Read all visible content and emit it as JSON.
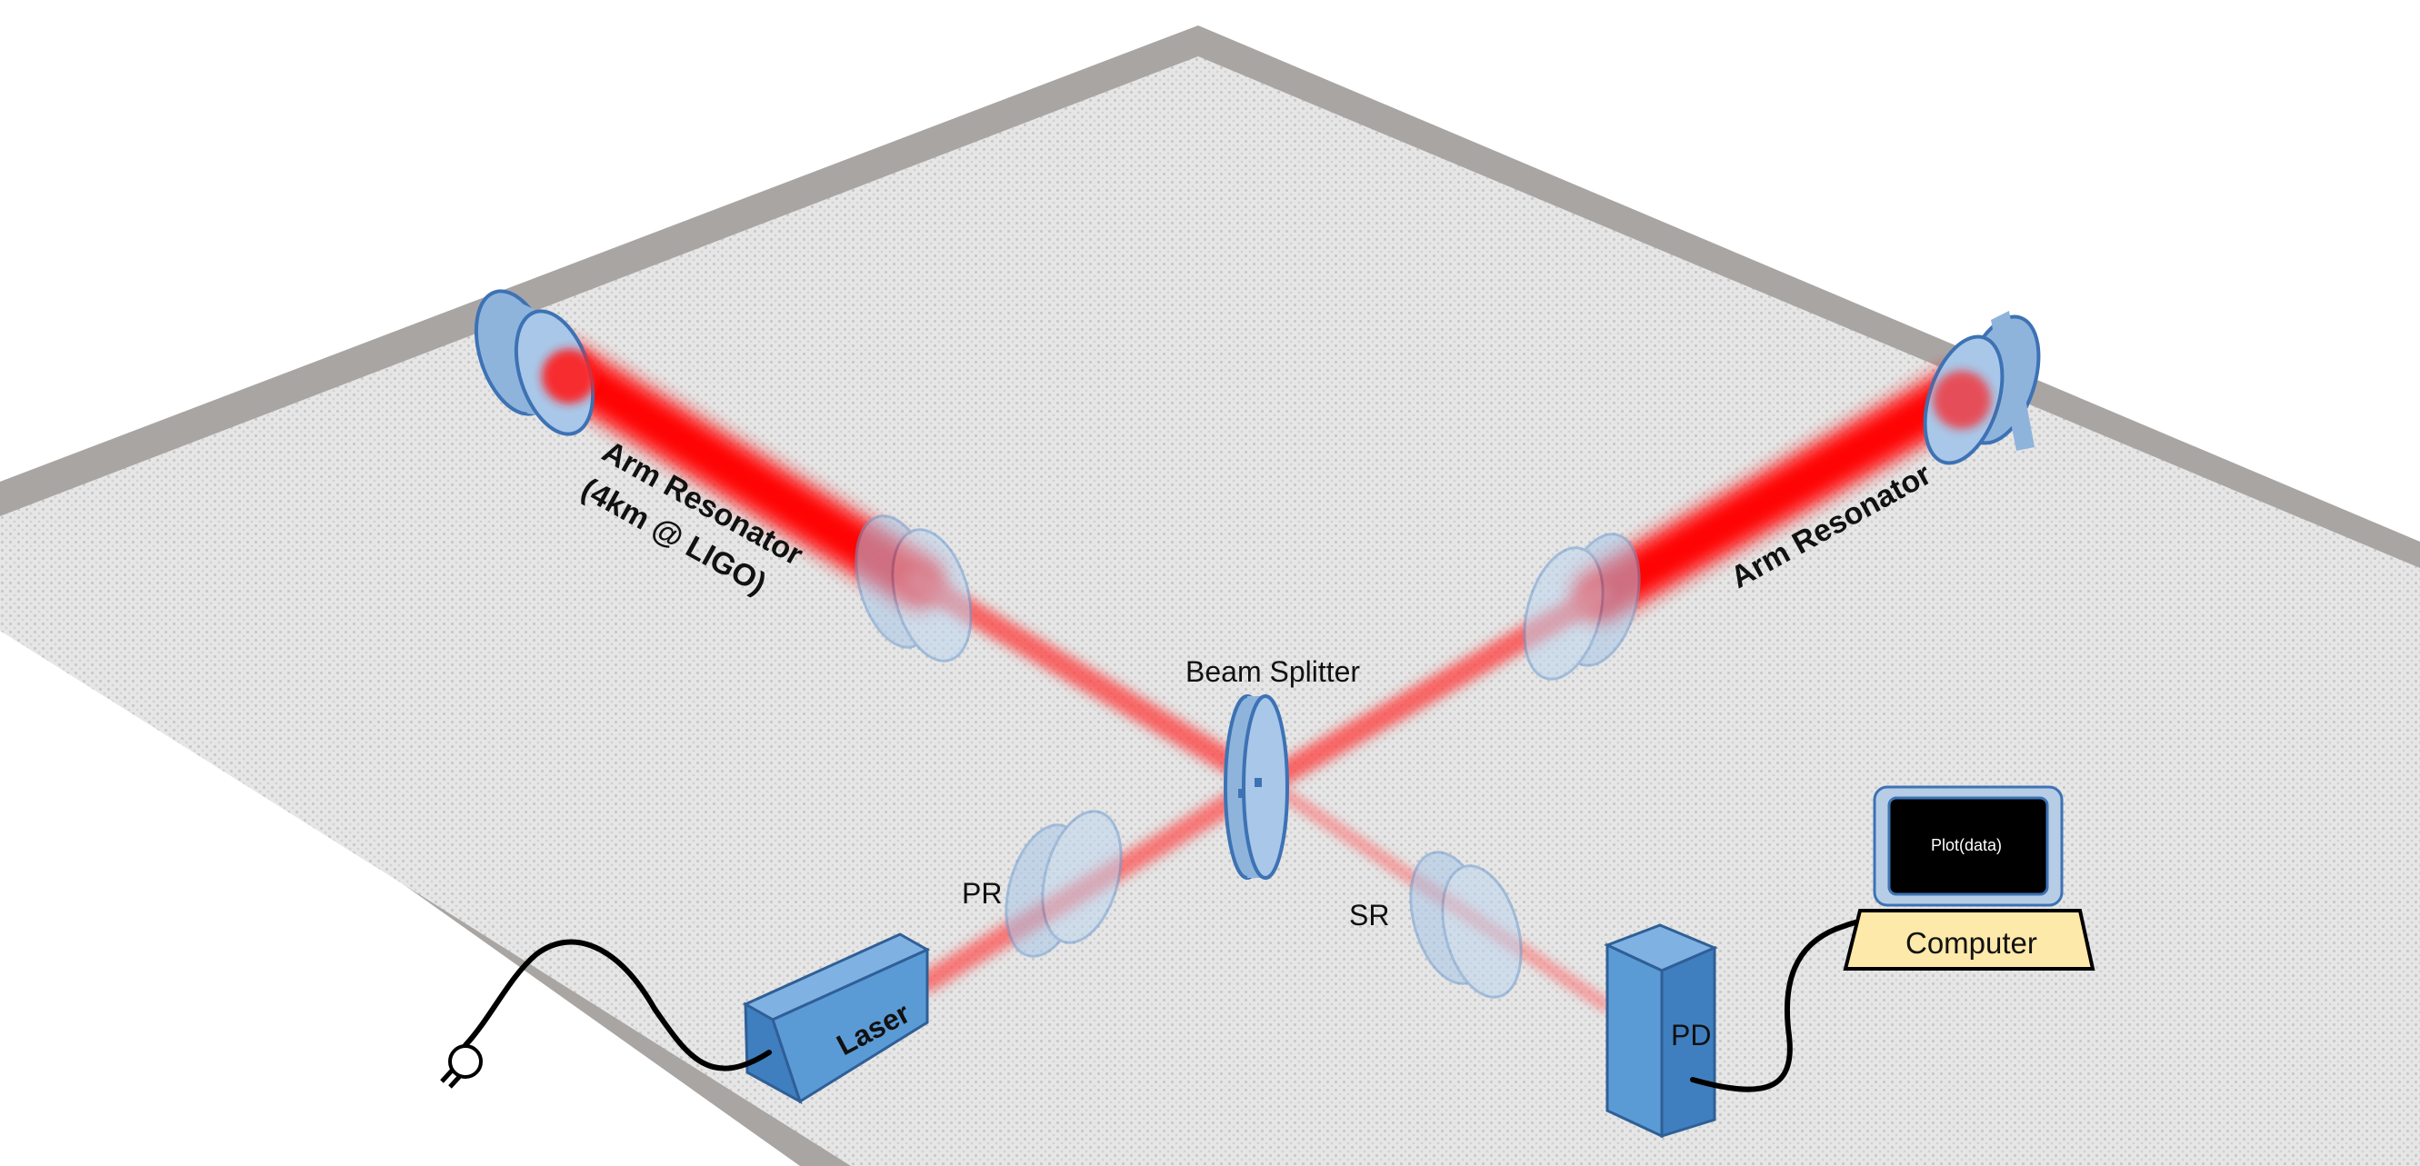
{
  "labels": {
    "arm_left_line1": "Arm Resonator",
    "arm_left_line2": "(4km @ LIGO)",
    "arm_right": "Arm Resonator",
    "beam_splitter": "Beam Splitter",
    "pr": "PR",
    "sr": "SR",
    "laser": "Laser",
    "pd": "PD",
    "computer": "Computer",
    "screen": "Plot(data)"
  },
  "colors": {
    "table_fill": "#e4e4e4",
    "table_border": "#a9a5a3",
    "optic_fill": "#8fb4dc",
    "optic_stroke": "#3d72b4",
    "box_front": "#5b9bd5",
    "box_top": "#7fb2e2",
    "box_side": "#3f7fbf",
    "box_stroke": "#2f5f96",
    "beam": "#ff1a1a",
    "computer_base": "#fde9a9",
    "monitor_bezel": "#b7cde6",
    "screen": "#000000",
    "cable": "#000000"
  }
}
